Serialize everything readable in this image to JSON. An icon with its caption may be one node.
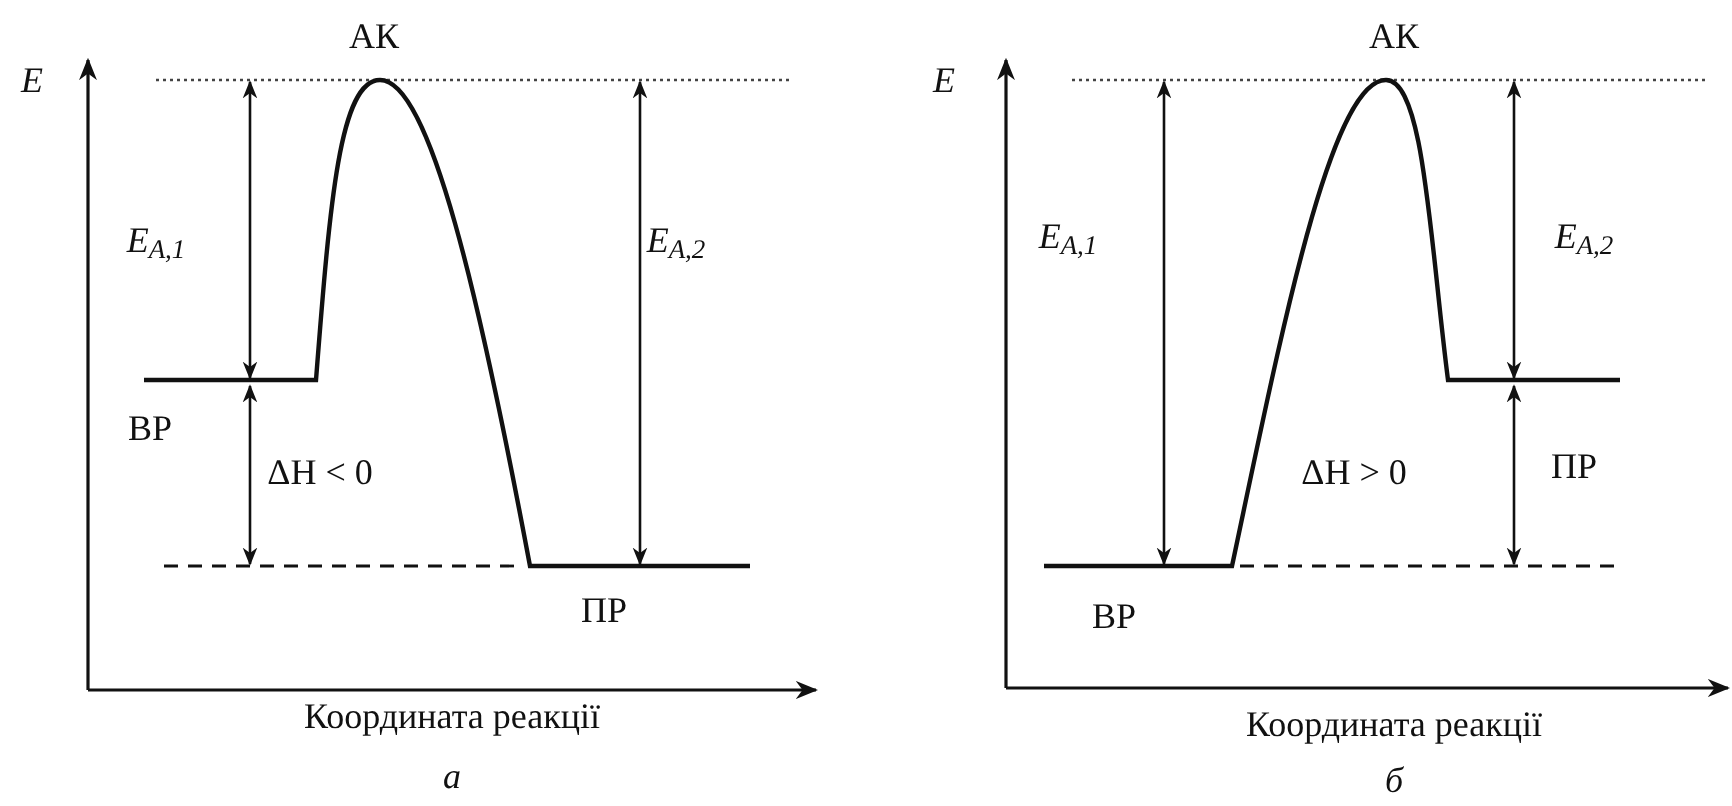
{
  "diagram": {
    "labels": [
      "E",
      "АК",
      "E$_{A,1}$",
      "E$_{A,2}$",
      "ВР",
      "ΔH < 0",
      "ПР",
      "Координата реакції",
      "а",
      "E",
      "АК",
      "E$_{A,1}$",
      "E$_{A,2}$",
      "ΔH > 0",
      "ПР",
      "ВР",
      "Координата реакції",
      "б"
    ]
  }
}
